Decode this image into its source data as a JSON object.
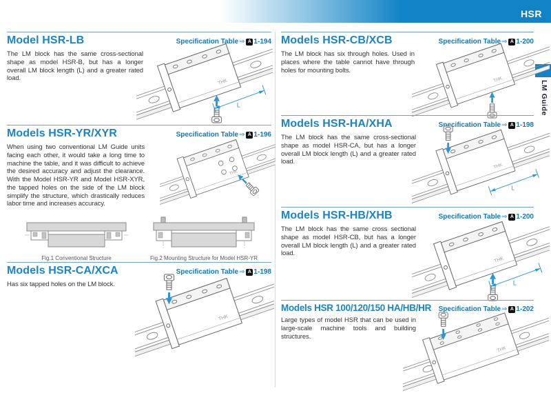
{
  "header": {
    "code": "HSR",
    "side_tab": "LM Guide"
  },
  "spec_link": {
    "label": "Specification Table",
    "arrow": "⇒",
    "volume": "A"
  },
  "sections": [
    {
      "id": "hsr-lb",
      "title": "Model HSR-LB",
      "page": "1-194",
      "body": "The LM block has the same cross-sectional shape as model HSR-B, but has a longer overall LM block length (L) and a greater rated load."
    },
    {
      "id": "hsr-yr",
      "title": "Models HSR-YR/XYR",
      "page": "1-196",
      "body": "When using two conventional LM Guide units facing each other, it would take a long time to machine the table, and it was difficult to achieve the desired accuracy and adjust the clearance. With the Model HSR-YR and Model HSR-XYR, the tapped holes on the side of the LM block simplify the structure, which drastically reduces labor time and increases accuracy."
    },
    {
      "id": "hsr-ca",
      "title": "Models HSR-CA/XCA",
      "page": "1-198",
      "body": "Has six tapped holes on the LM block."
    },
    {
      "id": "hsr-cb",
      "title": "Models HSR-CB/XCB",
      "page": "1-200",
      "body": "The LM block has six through holes. Used in places where the table cannot have through holes for mounting bolts."
    },
    {
      "id": "hsr-ha",
      "title": "Models HSR-HA/XHA",
      "page": "1-198",
      "body": "The LM block has the same cross-sectional shape as model HSR-CA, but has a longer overall LM block length (L) and a greater rated load."
    },
    {
      "id": "hsr-hb",
      "title": "Models HSR-HB/XHB",
      "page": "1-200",
      "body": "The LM block has the same cross sectional shape as model HSR-CB, but has a longer overall LM block length (L) and a greater rated load."
    },
    {
      "id": "hsr-large",
      "title": "Models HSR 100/120/150 HA/HB/HR",
      "page": "1-202",
      "body": "Large types of model HSR that can be used in large-scale machine tools and building structures."
    }
  ],
  "figures": [
    {
      "caption": "Fig.1 Conventional Structure"
    },
    {
      "caption": "Fig.2 Mounting Structure for Model HSR-YR"
    }
  ],
  "illustration": {
    "brand": "THK",
    "dimension_label": "L"
  },
  "colors": {
    "accent": "#1283c6",
    "arrow_blue": "#2b96d2",
    "rule": "#6fa3c6",
    "divider": "#c2ddee"
  }
}
